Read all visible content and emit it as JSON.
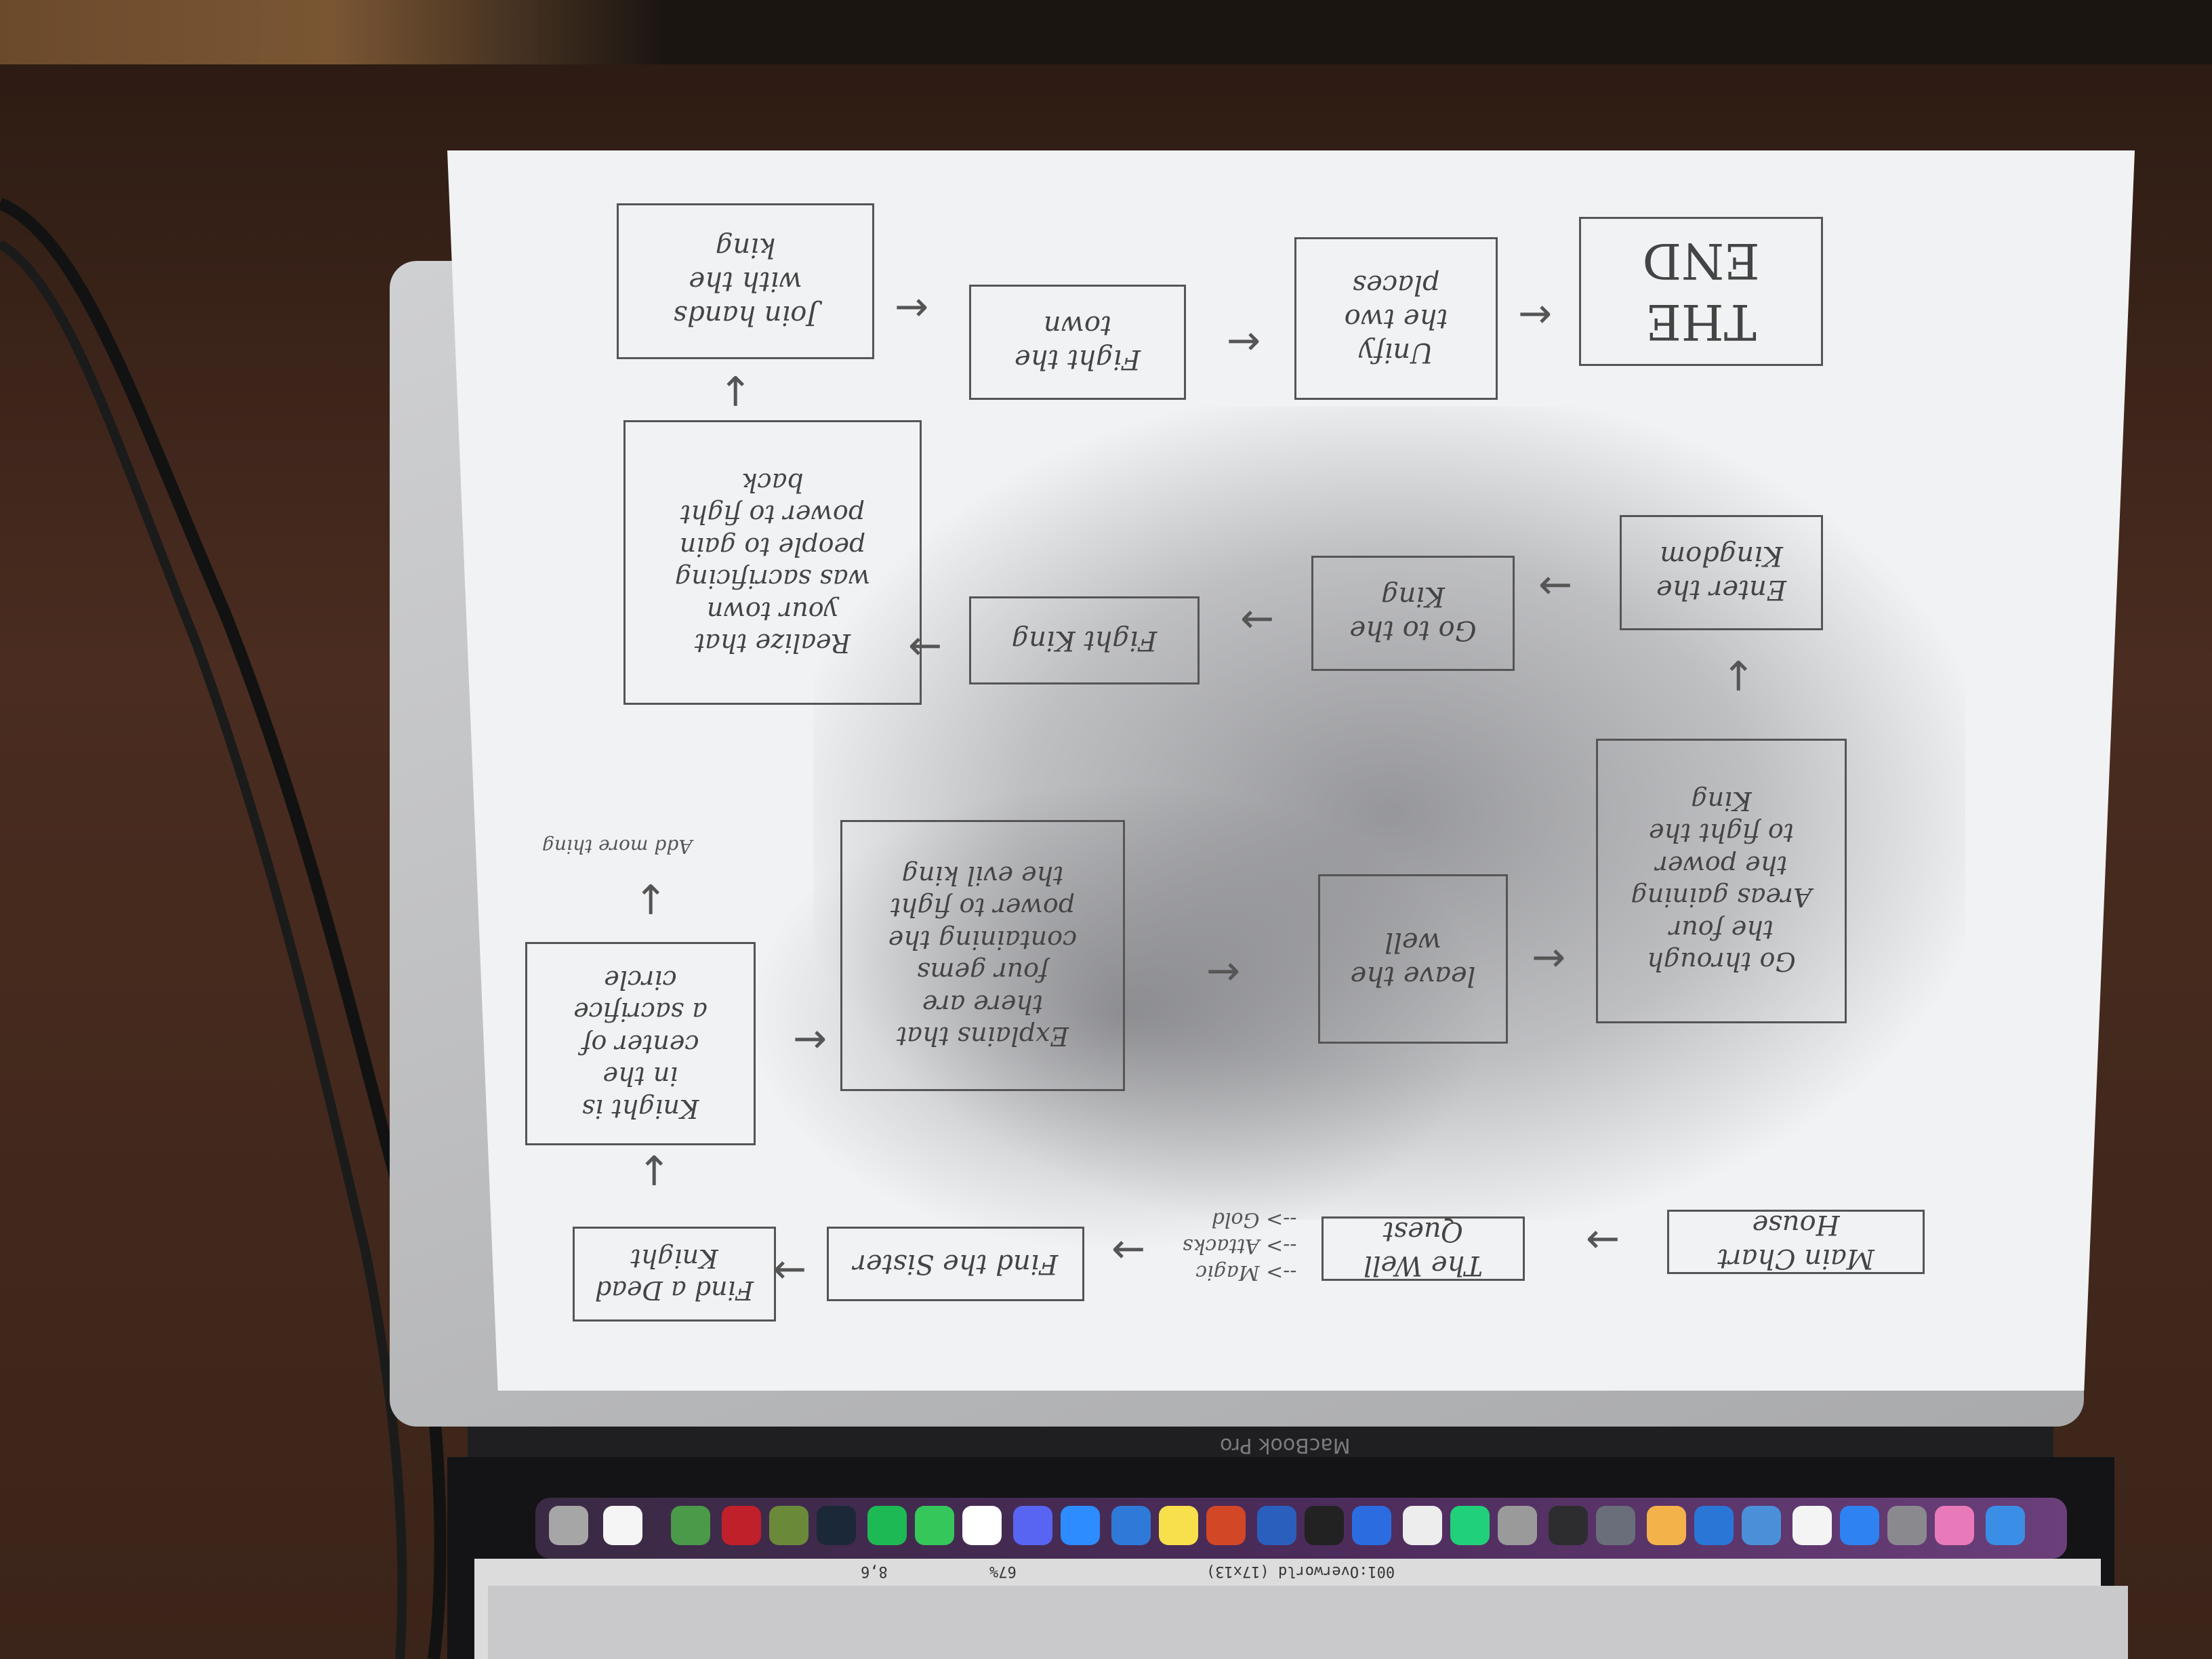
{
  "flowchart": {
    "main_chart": "Main Chart House",
    "well_quest": "The Well Quest",
    "magic_notes": "--> Magic\n--> Attacks\n--> Gold",
    "find_sister": "Find the Sister",
    "find_knight": "Find a Dead\nKnight",
    "knight_circle": "Knight is\nin the\ncenter of\na sacrifice\ncircle",
    "add_more": "Add more thing",
    "explains": "Explains that\nthere are\nfour gems\ncontaining the\npower to fight\nthe evil king",
    "leave_well": "leave the\nwell",
    "go_through": "Go through\nthe four\nAreas gaining\nthe power\nto fight the\nKing",
    "enter_kingdom": "Enter the\nKingdom",
    "go_to_king": "Go to the\nKing",
    "fight_king": "Fight King",
    "realize": "Realize that\nyour town\nwas sacrificing\npeople to gain\npower to fight\nback",
    "join_hands": "Join hands\nwith the\nking",
    "fight_town": "Fight the\ntown",
    "unify": "Unify\nthe two\nplaces",
    "the_end": "THE END"
  },
  "laptop": {
    "label": "MacBook Pro"
  },
  "status_bar": {
    "map": "001:Overworld (17x13)",
    "zoom": "67%",
    "coords": "8,6"
  },
  "dock_icons": [
    "finder-icon",
    "launchpad-icon",
    "safari-icon",
    "chrome-icon",
    "app-store-icon",
    "calendar-icon",
    "xcode-icon",
    "pycharm-icon",
    "terminal-icon",
    "word-icon",
    "powerpoint-icon",
    "notes-icon",
    "slack-icon",
    "discord-icon",
    "zoom-icon",
    "messages-icon",
    "spotify-icon",
    "steam-icon",
    "minecraft-icon",
    "game-icon",
    "trash-icon"
  ]
}
